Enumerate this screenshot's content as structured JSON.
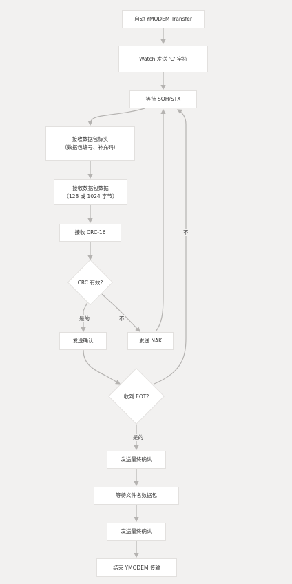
{
  "nodes": {
    "start": "启动 YMODEM Transfer",
    "watch": "Watch 发送 'C' 字符",
    "wait": "等待 SOH/STX",
    "recv_header": "接收数据包标头\n（数据包编号、补充码）",
    "recv_data": "接收数据包数据\n（128 或 1024 字节）",
    "recv_crc": "接收 CRC-16",
    "crc_valid": "CRC 有效?",
    "send_ack": "发送确认",
    "send_nak": "发送 NAK",
    "recv_eot": "收到 EOT?",
    "send_final_ack": "发送最终确认",
    "wait_filename": "等待义件名数据包",
    "send_final_ack2": "发送最终确认",
    "end": "结束 YMODEM 传输"
  },
  "edge_labels": {
    "crc_yes": "是的",
    "crc_no": "不",
    "eot_no": "不",
    "eot_yes": "是的"
  },
  "colors": {
    "background": "#f2f1f0",
    "node_fill": "#ffffff",
    "edge": "#b5b3b1"
  }
}
